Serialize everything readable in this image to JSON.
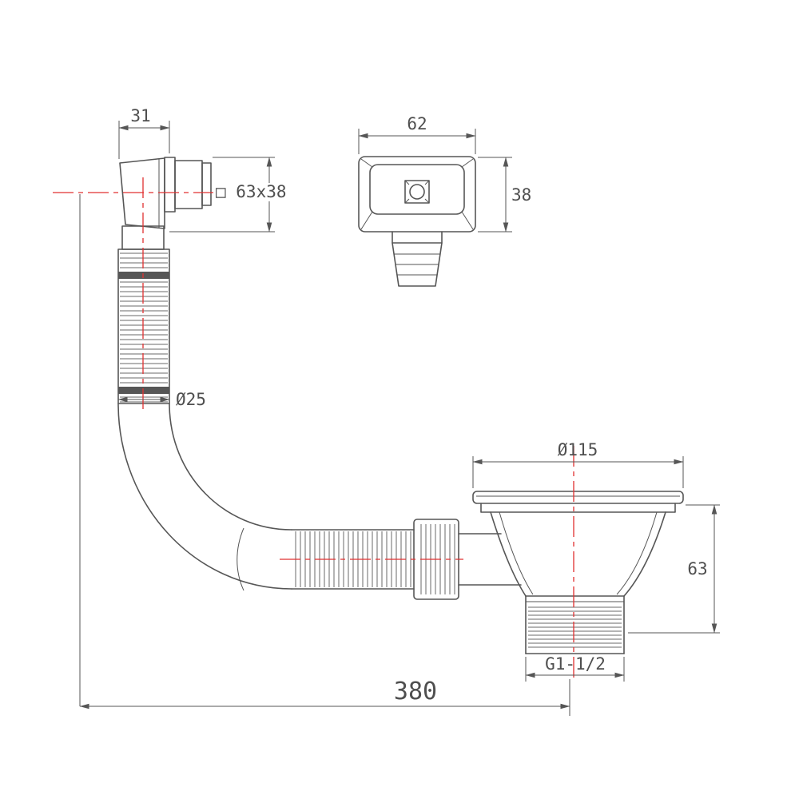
{
  "drawing": {
    "type": "technical-dimension-drawing",
    "subject": "sink-basket-strainer-waste-with-overflow-kit",
    "colors": {
      "line": "#565656",
      "centerline": "#e03131",
      "background": "#ffffff"
    },
    "dimensions": {
      "elbow_width": "31",
      "elbow_section": "□ 63x38",
      "hose_diameter": "Ø25",
      "overflow_width": "62",
      "overflow_height": "38",
      "strainer_diameter": "Ø115",
      "strainer_height": "63",
      "thread_size": "G1-1/2",
      "overall_length": "380"
    }
  }
}
